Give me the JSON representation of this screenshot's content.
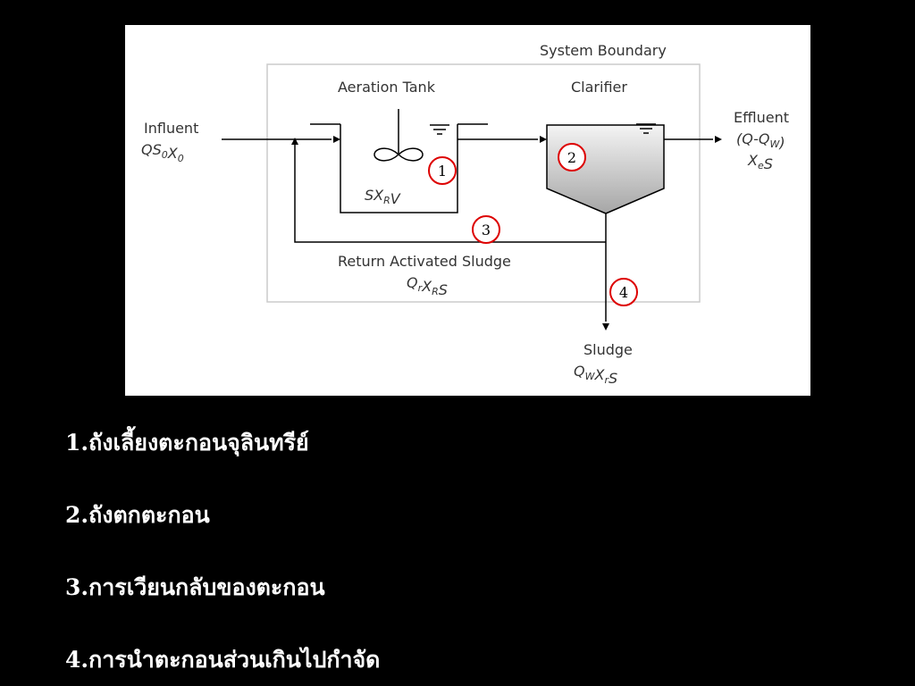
{
  "diagram": {
    "system_boundary": "System Boundary",
    "aeration_tank": {
      "title": "Aeration Tank",
      "vars": [
        {
          "text": "S"
        },
        {
          "text": "X",
          "sub": "R"
        },
        {
          "text": "V"
        }
      ]
    },
    "clarifier": {
      "title": "Clarifier"
    },
    "influent": {
      "label": "Influent",
      "vars": [
        {
          "text": "Q"
        },
        {
          "text": "S",
          "sub": "0"
        },
        {
          "text": "X",
          "sub": "0"
        }
      ]
    },
    "effluent": {
      "label": "Effluent",
      "flow": {
        "pre": "(Q-Q",
        "sub": "W",
        "post": ")"
      },
      "vars": [
        {
          "text": "X",
          "sub": "e"
        },
        {
          "text": "S"
        }
      ]
    },
    "return_sludge": {
      "label": "Return Activated Sludge",
      "vars": [
        {
          "text": "Q",
          "sub": "r"
        },
        {
          "text": "X",
          "sub": "R"
        },
        {
          "text": "S"
        }
      ]
    },
    "sludge": {
      "label": "Sludge",
      "vars": [
        {
          "text": "Q",
          "sub": "W"
        },
        {
          "text": "X",
          "sub": "r"
        },
        {
          "text": "S"
        }
      ]
    },
    "markers": [
      "1",
      "2",
      "3",
      "4"
    ],
    "colors": {
      "line": "#000000",
      "boundary": "#cccccc",
      "marker": "#dd0000",
      "text": "#333333",
      "clarifier_gradient_top": "#f4f4f4",
      "clarifier_gradient_bottom": "#a6a6a6"
    }
  },
  "captions": [
    "1.ถังเลี้ยงตะกอนจุลินทรีย์",
    "2.ถังตกตะกอน",
    "3.การเวียนกลับของตะกอน",
    "4.การนำตะกอนส่วนเกินไปกำจัด"
  ]
}
